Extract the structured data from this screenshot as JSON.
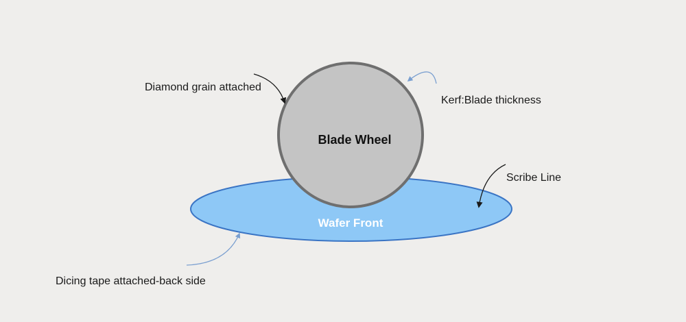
{
  "diagram": {
    "labels": {
      "blade_wheel": "Blade Wheel",
      "wafer_front": "Wafer Front",
      "diamond_grain": "Diamond grain attached",
      "kerf": "Kerf:Blade thickness",
      "scribe_line": "Scribe Line",
      "dicing_tape": "Dicing tape attached-back side"
    },
    "colors": {
      "background": "#efeeec",
      "wafer_fill": "#8ec8f6",
      "wafer_stroke": "#3a74c4",
      "blade_fill": "#c4c4c4",
      "blade_stroke": "#6f6f6f",
      "blade_text": "#111111",
      "wafer_text": "#ffffff",
      "black_arrow": "#1a1a1a",
      "blue_arrow": "#7a9fd0"
    }
  }
}
